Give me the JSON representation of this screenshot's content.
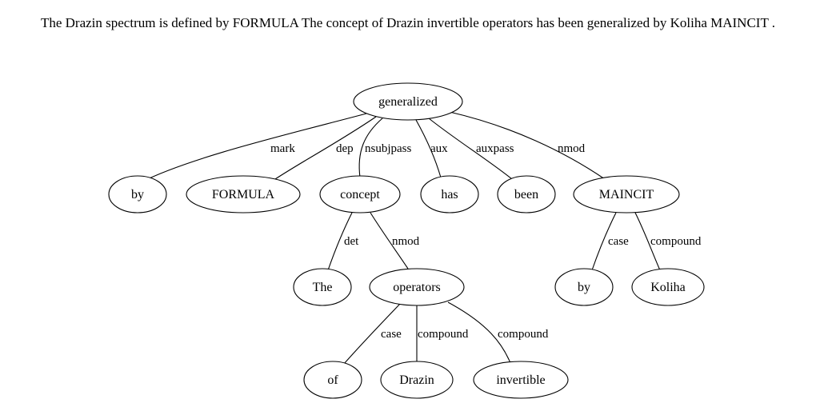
{
  "sentence": "The Drazin spectrum is defined by FORMULA The concept of Drazin invertible operators has been generalized by Koliha MAINCIT .",
  "nodes": {
    "generalized": "generalized",
    "by1": "by",
    "formula": "FORMULA",
    "concept": "concept",
    "has": "has",
    "been": "been",
    "maincit": "MAINCIT",
    "the": "The",
    "operators": "operators",
    "by2": "by",
    "koliha": "Koliha",
    "of": "of",
    "drazin": "Drazin",
    "invertible": "invertible"
  },
  "edges": {
    "mark": "mark",
    "dep": "dep",
    "nsubjpass": "nsubjpass",
    "aux": "aux",
    "auxpass": "auxpass",
    "nmod_root": "nmod",
    "det": "det",
    "nmod_concept": "nmod",
    "case_maincit": "case",
    "compound_maincit": "compound",
    "case_operators": "case",
    "compound_drazin": "compound",
    "compound_invertible": "compound"
  }
}
